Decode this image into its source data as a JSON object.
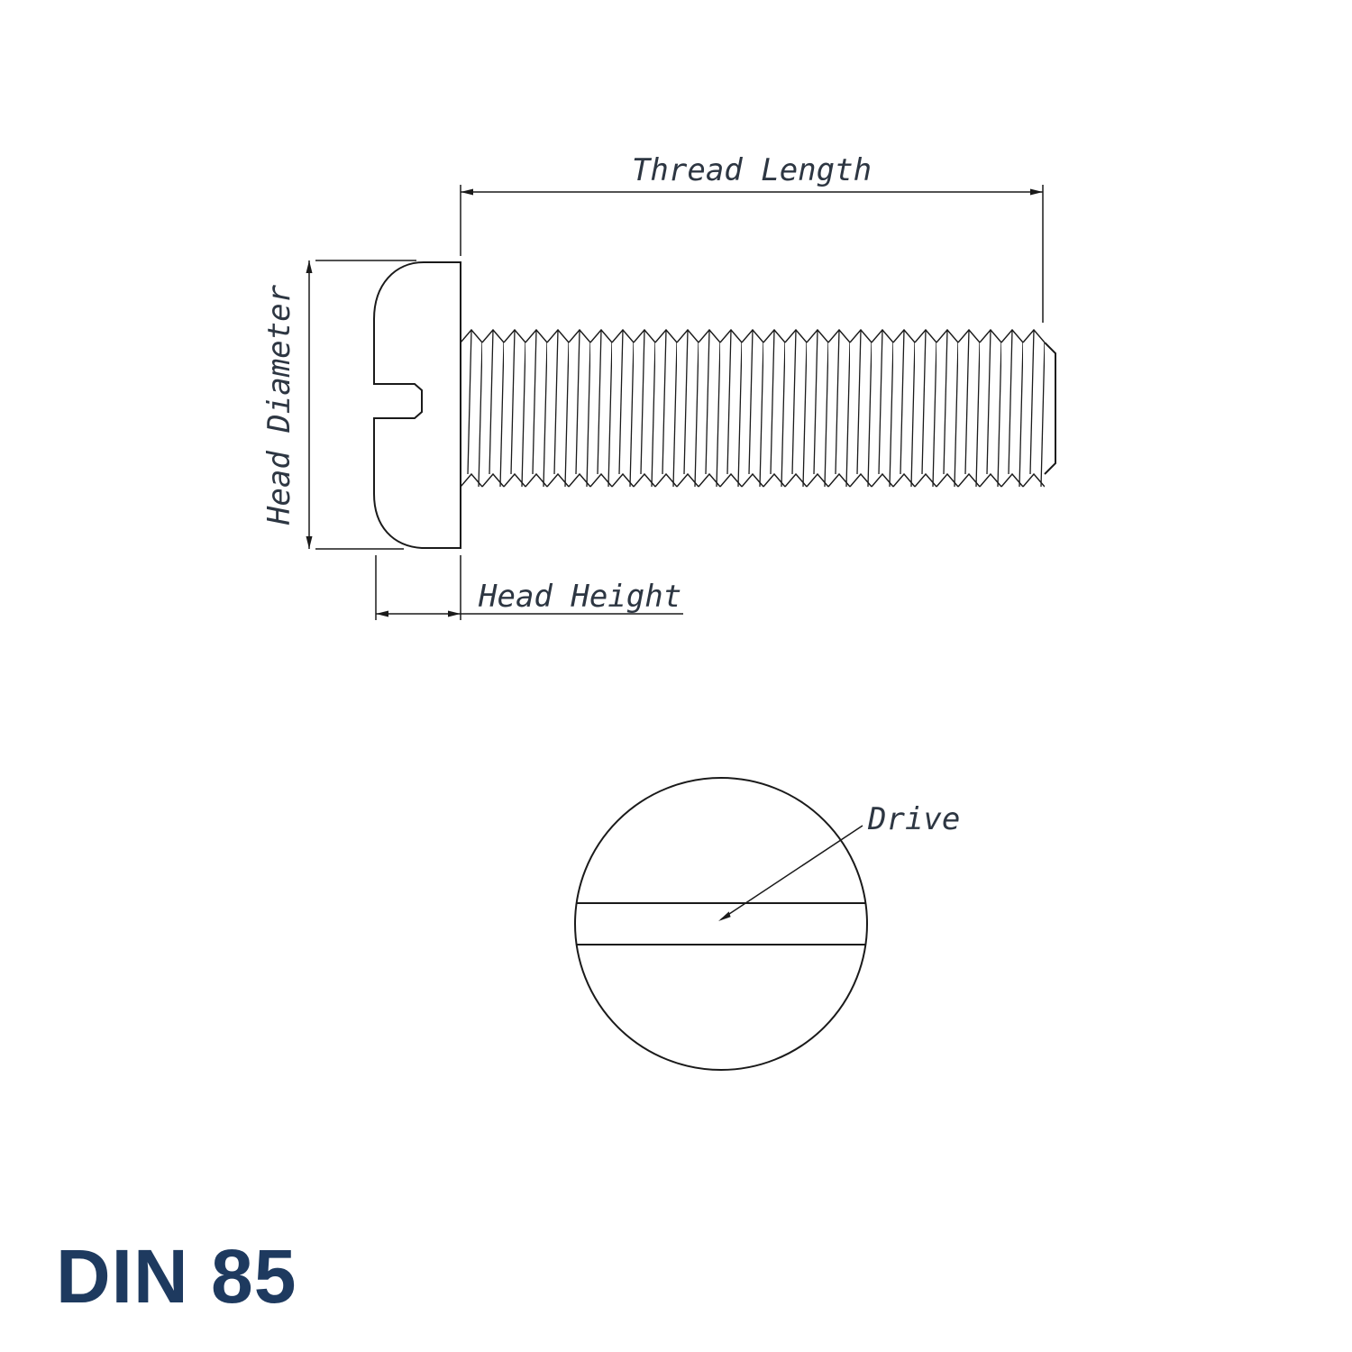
{
  "title": "DIN 85",
  "labels": {
    "thread_length": "Thread Length",
    "head_diameter": "Head Diameter",
    "head_height": "Head Height",
    "drive": "Drive"
  },
  "colors": {
    "line": "#1a1a1a",
    "label": "#2d3642",
    "title": "#1e3a5f",
    "background": "#ffffff"
  }
}
